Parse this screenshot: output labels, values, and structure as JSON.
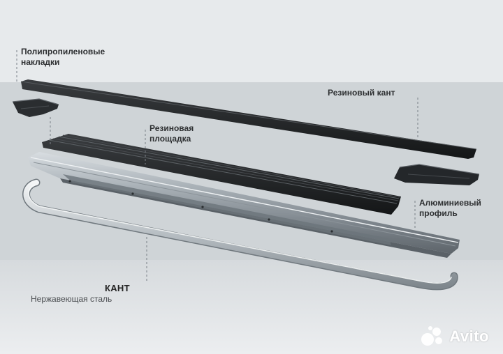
{
  "labels": {
    "poly_pads": "Полипропиленовые\nнакладки",
    "rubber_edge": "Резиновый кант",
    "rubber_pad": "Резиновая\nплощадка",
    "alu_profile": "Алюминиевый\nпрофиль",
    "kant_title": "КАНТ",
    "kant_sub": "Нержавеющая сталь"
  },
  "watermark": {
    "brand": "Avito"
  },
  "colors": {
    "background": "#e7eaec",
    "band": "#cfd4d7",
    "rubber": "#1c1e20",
    "aluminum": "#9ea6ad",
    "steel": "#c4cacf",
    "leader_line": "#7a8087"
  }
}
